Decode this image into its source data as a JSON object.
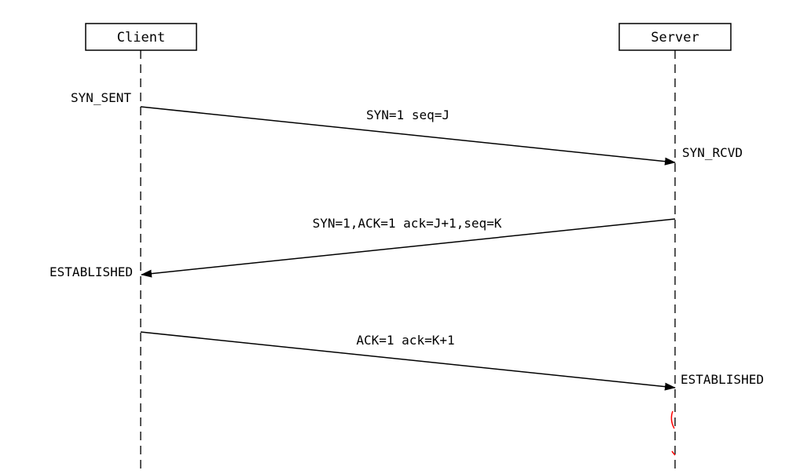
{
  "participants": {
    "client": "Client",
    "server": "Server"
  },
  "states": {
    "client_syn_sent": "SYN_SENT",
    "client_established": "ESTABLISHED",
    "server_syn_rcvd": "SYN_RCVD",
    "server_established": "ESTABLISHED"
  },
  "messages": [
    {
      "from": "client",
      "to": "server",
      "label": "SYN=1 seq=J"
    },
    {
      "from": "server",
      "to": "client",
      "label": "SYN=1,ACK=1 ack=J+1,seq=K"
    },
    {
      "from": "client",
      "to": "server",
      "label": "ACK=1 ack=K+1"
    }
  ],
  "colors": {
    "line": "#000000",
    "lifeline": "#555555",
    "box_border": "#000000",
    "mark": "#ff0000"
  }
}
